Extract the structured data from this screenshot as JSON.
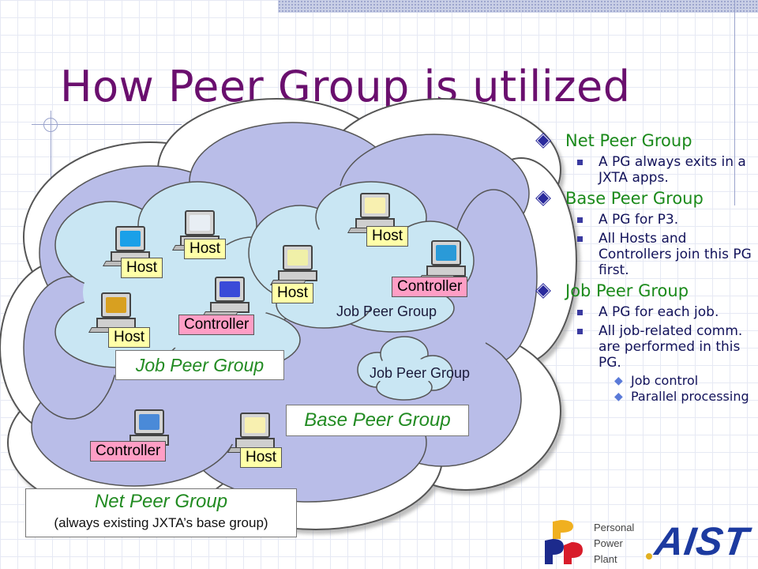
{
  "title": "How Peer Group is utilized",
  "diagram": {
    "hosts": [
      "Host",
      "Host",
      "Host",
      "Host",
      "Host",
      "Host"
    ],
    "controllers": [
      "Controller",
      "Controller",
      "Controller"
    ],
    "job_group_labels": [
      "Job Peer Group",
      "Job Peer Group",
      "Job Peer Group"
    ],
    "base_group_label": "Base Peer Group",
    "net_group_label": "Net Peer Group",
    "net_group_note": "(always existing JXTA’s base group)"
  },
  "bullets": [
    {
      "heading": "Net Peer Group",
      "items": [
        "A PG always exits in a JXTA apps."
      ]
    },
    {
      "heading": "Base Peer Group",
      "items": [
        "A PG for P3.",
        "All Hosts and Controllers join this PG first."
      ]
    },
    {
      "heading": "Job Peer Group",
      "items": [
        "A PG for each job.",
        "All job-related comm. are performed in this PG."
      ],
      "subitems": [
        "Job control",
        "Parallel processing"
      ]
    }
  ],
  "logos": {
    "ppp_line1": "Personal",
    "ppp_line2": "Power",
    "ppp_line3": "Plant",
    "aist": "AIST"
  },
  "colors": {
    "title": "#6a0f6e",
    "host_label": "#ffffa8",
    "controller_label": "#ff9ec5",
    "outer_cloud": "#ffffff",
    "base_cloud": "#b9bde8",
    "job_cloud": "#c9e6f3",
    "bullet_heading": "#1b8a1b"
  }
}
